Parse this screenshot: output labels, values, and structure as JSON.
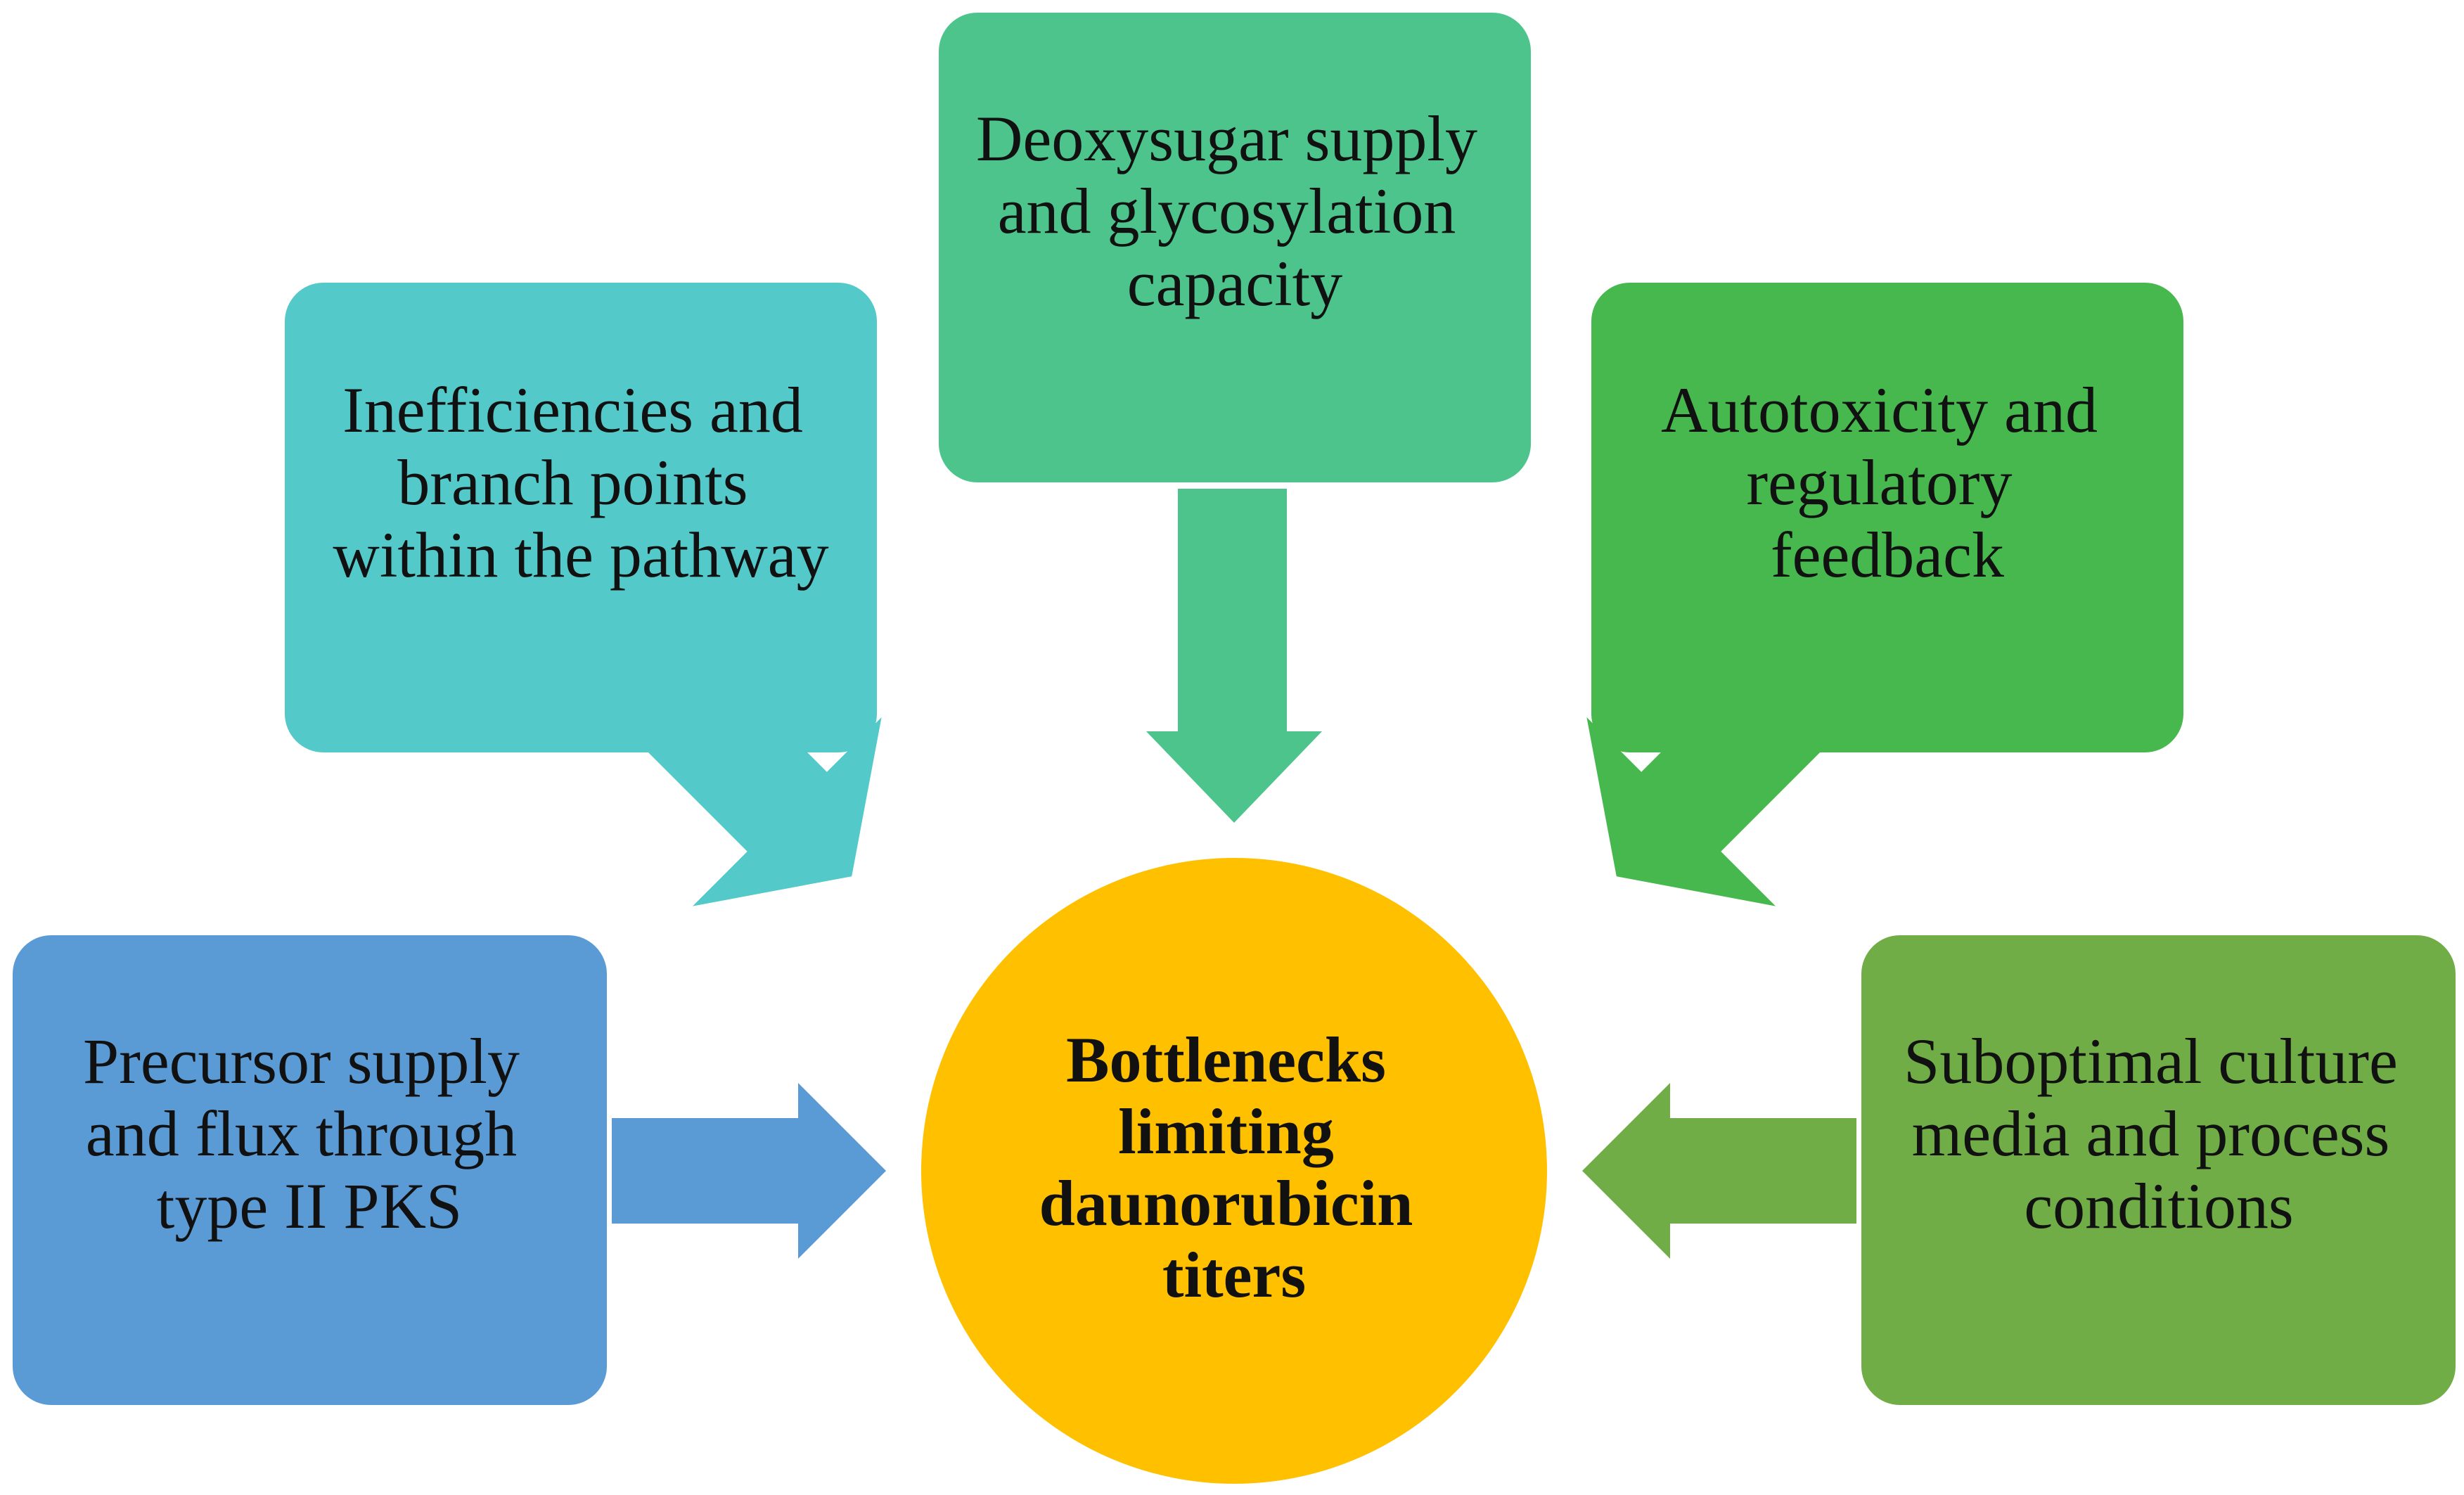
{
  "diagram": {
    "center": {
      "lines": [
        "Bottlenecks",
        "limiting",
        "daunorubicin",
        "titers"
      ],
      "color": "#FFC000"
    },
    "nodes": [
      {
        "id": "precursor-supply",
        "lines": [
          "Precursor supply",
          "and flux through",
          "type II PKS"
        ],
        "color": "#5B9BD5"
      },
      {
        "id": "inefficiencies",
        "lines": [
          "Inefficiencies and",
          "branch points",
          "within the pathway"
        ],
        "color": "#54C9C9"
      },
      {
        "id": "deoxysugar",
        "lines": [
          "Deoxysugar supply",
          "and glycosylation",
          "capacity"
        ],
        "color": "#4CC48B"
      },
      {
        "id": "autotoxicity",
        "lines": [
          "Autotoxicity and",
          "regulatory",
          "feedback"
        ],
        "color": "#46B84E"
      },
      {
        "id": "culture-media",
        "lines": [
          "Suboptimal culture",
          "media and process",
          "conditions"
        ],
        "color": "#70AD47"
      }
    ]
  }
}
